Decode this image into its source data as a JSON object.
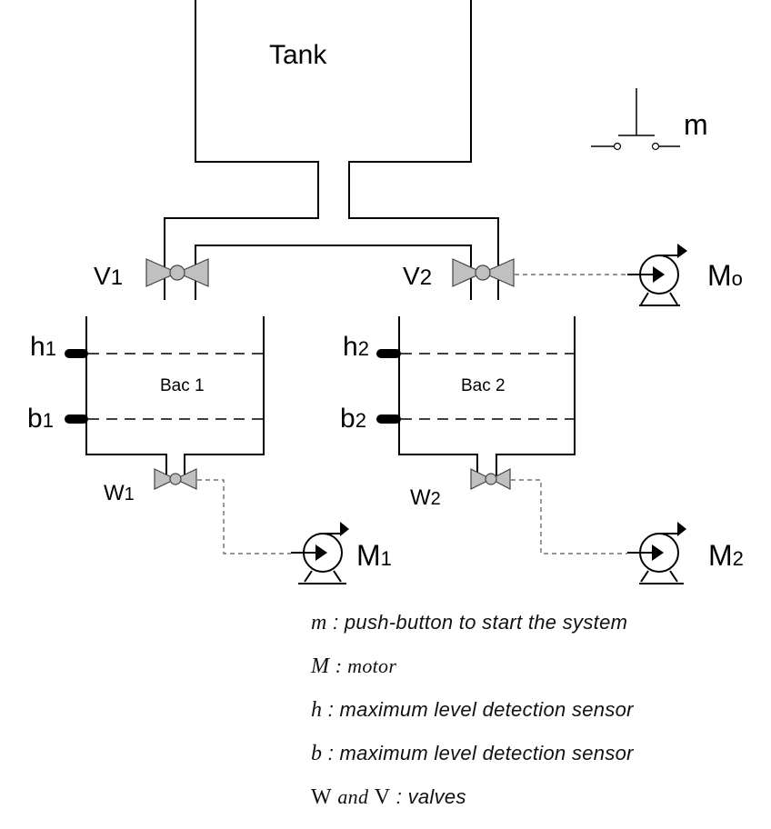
{
  "tank": {
    "label": "Tank"
  },
  "push_button": {
    "label": "m",
    "icon": "push-button-icon"
  },
  "valves": [
    {
      "id": "V1",
      "letter": "V",
      "sub": "1",
      "icon": "valve-icon"
    },
    {
      "id": "V2",
      "letter": "V",
      "sub": "2",
      "icon": "valve-icon"
    },
    {
      "id": "W1",
      "letter": "W",
      "sub": "1",
      "icon": "valve-icon"
    },
    {
      "id": "W2",
      "letter": "W",
      "sub": "2",
      "icon": "valve-icon"
    }
  ],
  "motors": [
    {
      "id": "M0",
      "letter": "M",
      "sub": "o",
      "icon": "motor-icon"
    },
    {
      "id": "M1",
      "letter": "M",
      "sub": "1",
      "icon": "motor-icon"
    },
    {
      "id": "M2",
      "letter": "M",
      "sub": "2",
      "icon": "motor-icon"
    }
  ],
  "bacs": [
    {
      "label": "Bac 1",
      "high_sensor": {
        "letter": "h",
        "sub": "1"
      },
      "low_sensor": {
        "letter": "b",
        "sub": "1"
      }
    },
    {
      "label": "Bac 2",
      "high_sensor": {
        "letter": "h",
        "sub": "2"
      },
      "low_sensor": {
        "letter": "b",
        "sub": "2"
      }
    }
  ],
  "legend": [
    {
      "symbol": "m",
      "text": ": push-button to start the system"
    },
    {
      "symbol": "M",
      "text": ": motor"
    },
    {
      "symbol": "h",
      "text": ": maximum level detection sensor"
    },
    {
      "symbol": "b",
      "text": ": maximum level detection sensor"
    },
    {
      "symbol": "W",
      "conj": "and",
      "symbol2": "V",
      "text": ": valves"
    }
  ],
  "colors": {
    "line": "#000000",
    "valve_fill": "#c0c0c0",
    "control_link": "#555555"
  }
}
